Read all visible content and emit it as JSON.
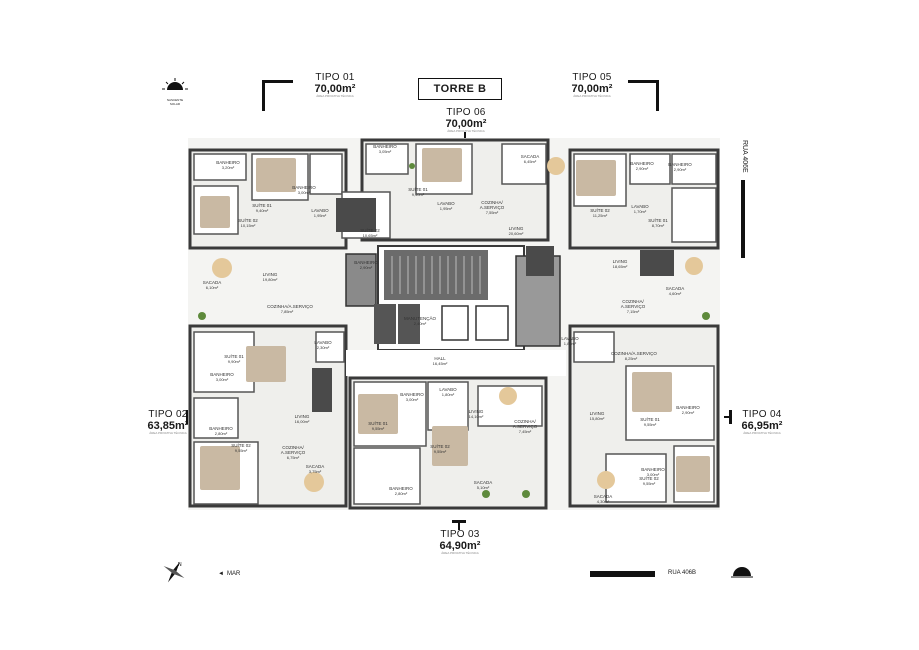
{
  "tower": "TORRE B",
  "street_right": "RUA 406E",
  "street_bottom": "RUA 406B",
  "sea_label": "MAR",
  "sun_label": "NASCENTE SOLAR",
  "units": {
    "t01": {
      "label": "TIPO 01",
      "area": "70,00m²",
      "note": "ÁREA PRIVATIVA TÉCNICA"
    },
    "t05": {
      "label": "TIPO 05",
      "area": "70,00m²",
      "note": "ÁREA PRIVATIVA TÉCNICA"
    },
    "t06": {
      "label": "TIPO 06",
      "area": "70,00m²",
      "note": "ÁREA PRIVATIVA TÉCNICA"
    },
    "t02": {
      "label": "TIPO 02",
      "area": "63,85m²",
      "note": "ÁREA PRIVATIVA TÉCNICA"
    },
    "t04": {
      "label": "TIPO 04",
      "area": "66,95m²",
      "note": "ÁREA PRIVATIVA TÉCNICA"
    },
    "t03": {
      "label": "TIPO 03",
      "area": "64,90m²",
      "note": "ÁREA PRIVATIVA TÉCNICA"
    }
  },
  "rooms": [
    {
      "n": "BANHEIRO",
      "a": "3,20m²"
    },
    {
      "n": "BANHEIRO",
      "a": "3,00m²"
    },
    {
      "n": "SUÍTE 01",
      "a": "9,40m²"
    },
    {
      "n": "SUÍTE 02",
      "a": "10,15m²"
    },
    {
      "n": "LAVABO",
      "a": "1,95m²"
    },
    {
      "n": "BANHEIRO",
      "a": "3,05m²"
    },
    {
      "n": "SUÍTE 01",
      "a": "9,40m²"
    },
    {
      "n": "LAVABO",
      "a": "1,95m²"
    },
    {
      "n": "SUÍTE 02",
      "a": "10,65m²"
    },
    {
      "n": "SACADA",
      "a": "6,45m²"
    },
    {
      "n": "COZINHA/ A.SERVIÇO",
      "a": "7,55m²"
    },
    {
      "n": "LIVING",
      "a": "20,60m²"
    },
    {
      "n": "BANHEIRO",
      "a": "2,90m²"
    },
    {
      "n": "BANHEIRO",
      "a": "2,90m²"
    },
    {
      "n": "SUÍTE 02",
      "a": "11,25m²"
    },
    {
      "n": "LAVABO",
      "a": "1,70m²"
    },
    {
      "n": "SUÍTE 01",
      "a": "8,70m²"
    },
    {
      "n": "LIVING",
      "a": "18,65m²"
    },
    {
      "n": "SACADA",
      "a": "4,60m²"
    },
    {
      "n": "COZINHA/ A.SERVIÇO",
      "a": "7,15m²"
    },
    {
      "n": "SACADA",
      "a": "6,10m²"
    },
    {
      "n": "LIVING",
      "a": "19,80m²"
    },
    {
      "n": "COZINHA/A.SERVIÇO",
      "a": "7,85m²"
    },
    {
      "n": "BANHEIRO",
      "a": "2,90m²"
    },
    {
      "n": "MANUTENÇÃO",
      "a": "2,40m²"
    },
    {
      "n": "HALL",
      "a": "16,45m²"
    },
    {
      "n": "SUÍTE 01",
      "a": "9,90m²"
    },
    {
      "n": "LAVABO",
      "a": "2,30m²"
    },
    {
      "n": "BANHEIRO",
      "a": "3,00m²"
    },
    {
      "n": "BANHEIRO",
      "a": "2,80m²"
    },
    {
      "n": "SUÍTE 02",
      "a": "9,55m²"
    },
    {
      "n": "LIVING",
      "a": "16,00m²"
    },
    {
      "n": "COZINHA/ A.SERVIÇO",
      "a": "6,75m²"
    },
    {
      "n": "SACADA",
      "a": "3,75m²"
    },
    {
      "n": "BANHEIRO",
      "a": "3,00m²"
    },
    {
      "n": "LAVABO",
      "a": "1,80m²"
    },
    {
      "n": "SUÍTE 01",
      "a": "9,55m²"
    },
    {
      "n": "SUÍTE 02",
      "a": "9,55m²"
    },
    {
      "n": "LIVING",
      "a": "14,10m²"
    },
    {
      "n": "COZINHA/ A.SERVIÇO",
      "a": "7,45m²"
    },
    {
      "n": "SACADA",
      "a": "5,10m²"
    },
    {
      "n": "BANHEIRO",
      "a": "2,80m²"
    },
    {
      "n": "LAVABO",
      "a": "1,80m²"
    },
    {
      "n": "COZINHA/A.SERVIÇO",
      "a": "8,25m²"
    },
    {
      "n": "LIVING",
      "a": "15,80m²"
    },
    {
      "n": "SUÍTE 01",
      "a": "9,55m²"
    },
    {
      "n": "BANHEIRO",
      "a": "2,90m²"
    },
    {
      "n": "SUÍTE 02",
      "a": "9,55m²"
    },
    {
      "n": "BANHEIRO",
      "a": "3,00m²"
    },
    {
      "n": "SACADA",
      "a": "4,30m²"
    }
  ]
}
